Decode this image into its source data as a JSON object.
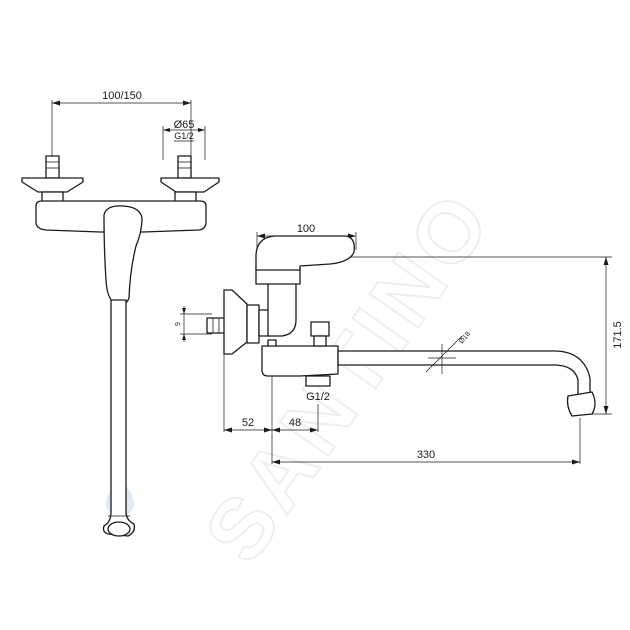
{
  "watermark": "SANTINO",
  "front_view": {
    "dim_spacing": "100/150",
    "dim_diameter": "Ø65",
    "dim_thread": "G1/2"
  },
  "side_view": {
    "dim_lever": "100",
    "dim_height": "171.5",
    "dim_pipe_diameter": "Ø18",
    "dim_inlet": "9",
    "dim_outlet_thread": "G1/2",
    "dim_wall": "52",
    "dim_offset": "48",
    "dim_length": "330"
  }
}
